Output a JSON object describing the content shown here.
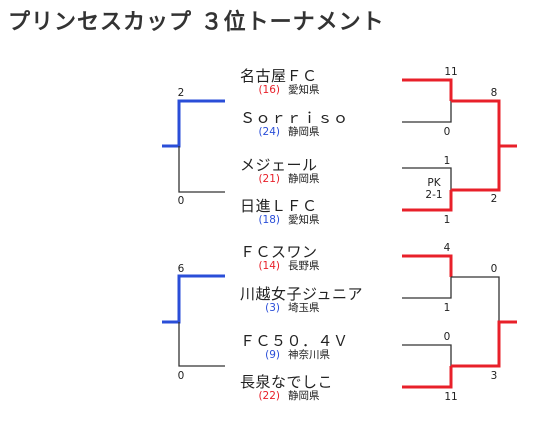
{
  "title": "プリンセスカップ ３位トーナメント",
  "colors": {
    "red": "#e8202a",
    "blue": "#2a4ed8",
    "line": "#333333"
  },
  "teams": [
    {
      "name": "名古屋ＦＣ",
      "seed": "(16)",
      "seed_color": "red",
      "pref": "愛知県"
    },
    {
      "name": "Ｓｏｒｒｉｓｏ",
      "seed": "(24)",
      "seed_color": "blue",
      "pref": "静岡県"
    },
    {
      "name": "メジェール",
      "seed": "(21)",
      "seed_color": "red",
      "pref": "静岡県"
    },
    {
      "name": "日進ＬＦＣ",
      "seed": "(18)",
      "seed_color": "blue",
      "pref": "愛知県"
    },
    {
      "name": "ＦＣスワン",
      "seed": "(14)",
      "seed_color": "red",
      "pref": "長野県"
    },
    {
      "name": "川越女子ジュニア",
      "seed": "(3)",
      "seed_color": "blue",
      "pref": "埼玉県"
    },
    {
      "name": "ＦＣ５０．４Ｖ",
      "seed": "(9)",
      "seed_color": "blue",
      "pref": "神奈川県"
    },
    {
      "name": "長泉なでしこ",
      "seed": "(22)",
      "seed_color": "red",
      "pref": "静岡県"
    }
  ],
  "scores": {
    "m1_top": "11",
    "m1_bottom": "0",
    "m2_top": "1",
    "m2_bottom": "1",
    "m2_pk_label": "PK",
    "m2_pk_score": "2-1",
    "r2_top": "8",
    "r2_bottom": "2",
    "left_top": "2",
    "left_bottom": "0",
    "m3_top": "4",
    "m3_bottom": "1",
    "m4_top": "0",
    "m4_bottom": "11",
    "r2b_top": "0",
    "r2b_bottom": "3",
    "left2_top": "6",
    "left2_bottom": "0"
  }
}
